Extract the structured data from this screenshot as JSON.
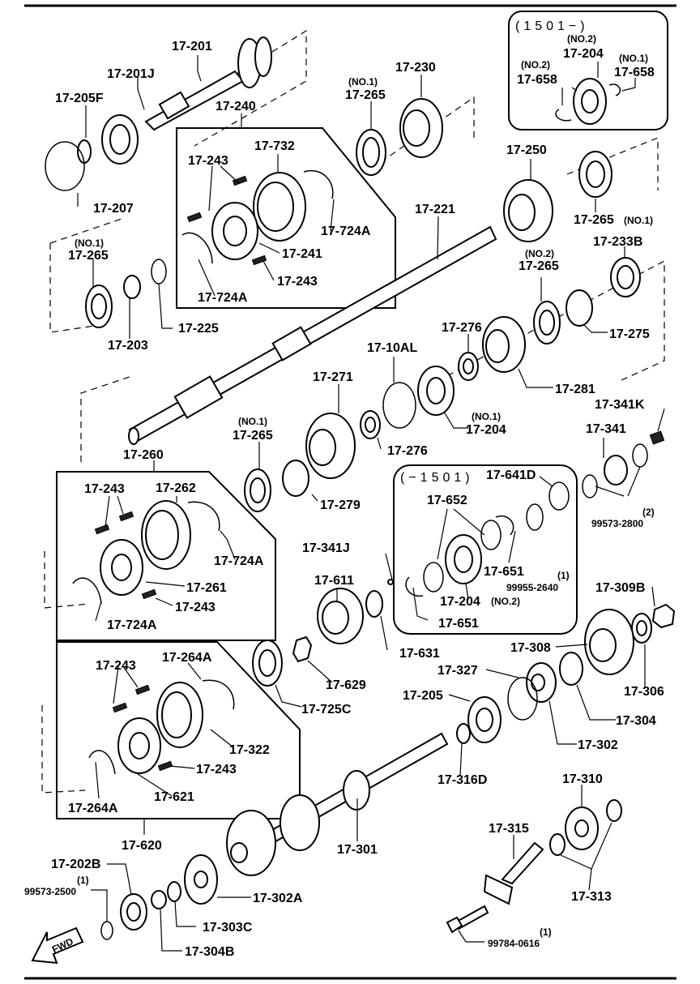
{
  "labels": {
    "p17_201": "17-201",
    "p17_201J": "17-201J",
    "p17_205F": "17-205F",
    "p17_207": "17-207",
    "p17_240": "17-240",
    "p17_243_a": "17-243",
    "p17_732": "17-732",
    "p17_724A_a": "17-724A",
    "p17_241": "17-241",
    "p17_243_b": "17-243",
    "p17_724A_b": "17-724A",
    "no1_a": "(NO.1)",
    "p17_265_a": "17-265",
    "p17_230": "17-230",
    "seq_top": "(1501−)",
    "no2_a": "(NO.2)",
    "p17_204_a": "17-204",
    "no2_b": "(NO.2)",
    "p17_658_a": "17-658",
    "no1_b": "(NO.1)",
    "p17_658_b": "17-658",
    "p17_250": "17-250",
    "p17_265_b": "17-265",
    "no1_c": "(NO.1)",
    "no1_d": "(NO.1)",
    "p17_265_c": "17-265",
    "p17_203": "17-203",
    "p17_225": "17-225",
    "p17_221": "17-221",
    "p17_233B": "17-233B",
    "no2_c": "(NO.2)",
    "p17_265_d": "17-265",
    "p17_275": "17-275",
    "p17_276_a": "17-276",
    "p17_10AL": "17-10AL",
    "p17_281": "17-281",
    "p17_271": "17-271",
    "no1_e": "(NO.1)",
    "p17_204_b": "17-204",
    "p17_341K": "17-341K",
    "no1_f": "(NO.1)",
    "p17_265_e": "17-265",
    "p17_276_b": "17-276",
    "p17_341": "17-341",
    "p17_260": "17-260",
    "p17_243_c": "17-243",
    "p17_262": "17-262",
    "p17_724A_c": "17-724A",
    "p17_261": "17-261",
    "p17_243_d": "17-243",
    "p17_724A_d": "17-724A",
    "p17_279": "17-279",
    "seq_mid": "(−1501)",
    "p17_641D": "17-641D",
    "p17_652": "17-652",
    "qty_2": "(2)",
    "p99573_2800": "99573-2800",
    "p17_341J": "17-341J",
    "p17_611": "17-611",
    "p17_651_a": "17-651",
    "qty_1a": "(1)",
    "p99955_2640": "99955-2640",
    "p17_204_c": "17-204",
    "no2_d": "(NO.2)",
    "p17_651_b": "17-651",
    "p17_631": "17-631",
    "p17_309B": "17-309B",
    "p17_629": "17-629",
    "p17_308": "17-308",
    "p17_327": "17-327",
    "p17_243_e": "17-243",
    "p17_264A_a": "17-264A",
    "p17_725C": "17-725C",
    "p17_306": "17-306",
    "p17_205": "17-205",
    "p17_304": "17-304",
    "p17_322": "17-322",
    "p17_243_f": "17-243",
    "p17_302": "17-302",
    "p17_316D": "17-316D",
    "p17_264A_b": "17-264A",
    "p17_621": "17-621",
    "p17_310": "17-310",
    "p17_620": "17-620",
    "p17_301": "17-301",
    "p17_315": "17-315",
    "p17_202B": "17-202B",
    "qty_1b": "(1)",
    "p99573_2500": "99573-2500",
    "p17_302A": "17-302A",
    "p17_313": "17-313",
    "p17_303C": "17-303C",
    "qty_1c": "(1)",
    "p99784_0616": "99784-0616",
    "p17_304B": "17-304B",
    "fwd": "FWD"
  }
}
